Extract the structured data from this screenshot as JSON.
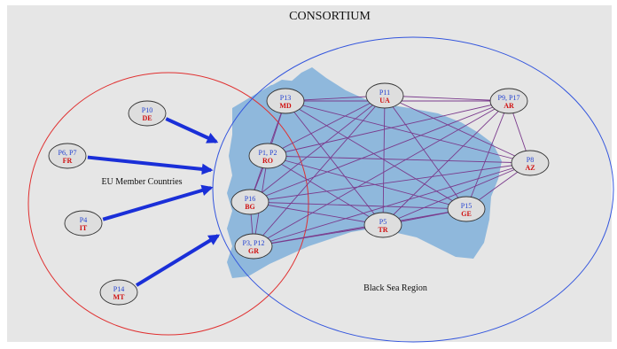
{
  "title": "CONSORTIUM",
  "regions": {
    "eu": {
      "label": "EU Member Countries",
      "color": "#e03030"
    },
    "black_sea": {
      "label": "Black Sea Region",
      "color": "#3355dd"
    }
  },
  "colors": {
    "background": "#e6e6e6",
    "sea": "#8fb8dc",
    "node_fill": "#dedede",
    "link": "#7a3a8c",
    "arrow": "#1a2fd8"
  },
  "nodes": [
    {
      "key": "de",
      "id": "P10",
      "country": "DE"
    },
    {
      "key": "fr",
      "id": "P6, P7",
      "country": "FR"
    },
    {
      "key": "it",
      "id": "P4",
      "country": "IT"
    },
    {
      "key": "mt",
      "id": "P14",
      "country": "MT"
    },
    {
      "key": "md",
      "id": "P13",
      "country": "MD"
    },
    {
      "key": "ua",
      "id": "P11",
      "country": "UA"
    },
    {
      "key": "ar",
      "id": "P9, P17",
      "country": "AR"
    },
    {
      "key": "az",
      "id": "P8",
      "country": "AZ"
    },
    {
      "key": "ro",
      "id": "P1, P2",
      "country": "RO"
    },
    {
      "key": "bg",
      "id": "P16",
      "country": "BG"
    },
    {
      "key": "ge",
      "id": "P15",
      "country": "GE"
    },
    {
      "key": "tr",
      "id": "P5",
      "country": "TR"
    },
    {
      "key": "gr",
      "id": "P3, P12",
      "country": "GR"
    }
  ]
}
